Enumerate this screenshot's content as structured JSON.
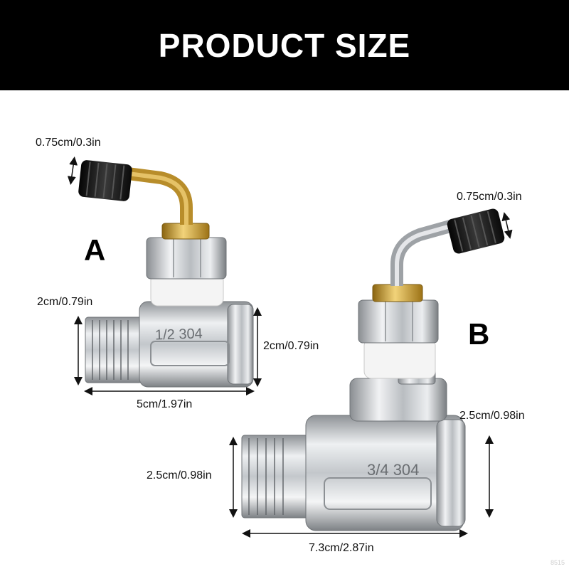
{
  "banner": {
    "title": "PRODUCT SIZE"
  },
  "colors": {
    "banner_bg": "#000000",
    "banner_text": "#ffffff",
    "arrow": "#111111"
  },
  "product_a": {
    "label": "A",
    "marking": "1/2 304",
    "dims": {
      "valve_cap": "0.75cm/0.3in",
      "left_height": "2cm/0.79in",
      "right_height": "2cm/0.79in",
      "length": "5cm/1.97in"
    }
  },
  "product_b": {
    "label": "B",
    "marking": "3/4 304",
    "dims": {
      "valve_cap": "0.75cm/0.3in",
      "right_height": "2.5cm/0.98in",
      "left_height": "2.5cm/0.98in",
      "length": "7.3cm/2.87in"
    }
  },
  "watermark": "8515"
}
